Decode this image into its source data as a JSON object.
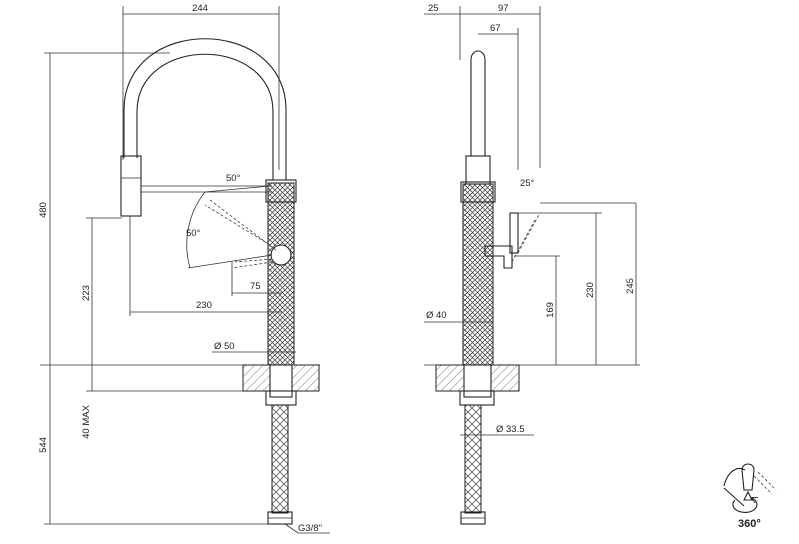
{
  "front_view": {
    "labels": {
      "width_244": "244",
      "height_480": "480",
      "angle_upper": "50°",
      "angle_lower": "50°",
      "height_223": "223",
      "spray_75": "75",
      "reach_230": "230",
      "base_dia": "Ø 50",
      "total_544": "544",
      "max_40": "40 MAX",
      "connector": "G3/8\""
    }
  },
  "side_view": {
    "labels": {
      "offset_25": "25",
      "depth_97": "97",
      "depth_67": "67",
      "angle_25": "25°",
      "dia_40": "Ø 40",
      "h_169": "169",
      "h_230": "230",
      "h_245": "245",
      "dia_33": "Ø 33.5"
    }
  },
  "rotation_icon": {
    "label": "360°",
    "icon": "rotation-lever-icon"
  },
  "colors": {
    "line": "#333333",
    "hatch": "#555555",
    "background": "#ffffff"
  }
}
